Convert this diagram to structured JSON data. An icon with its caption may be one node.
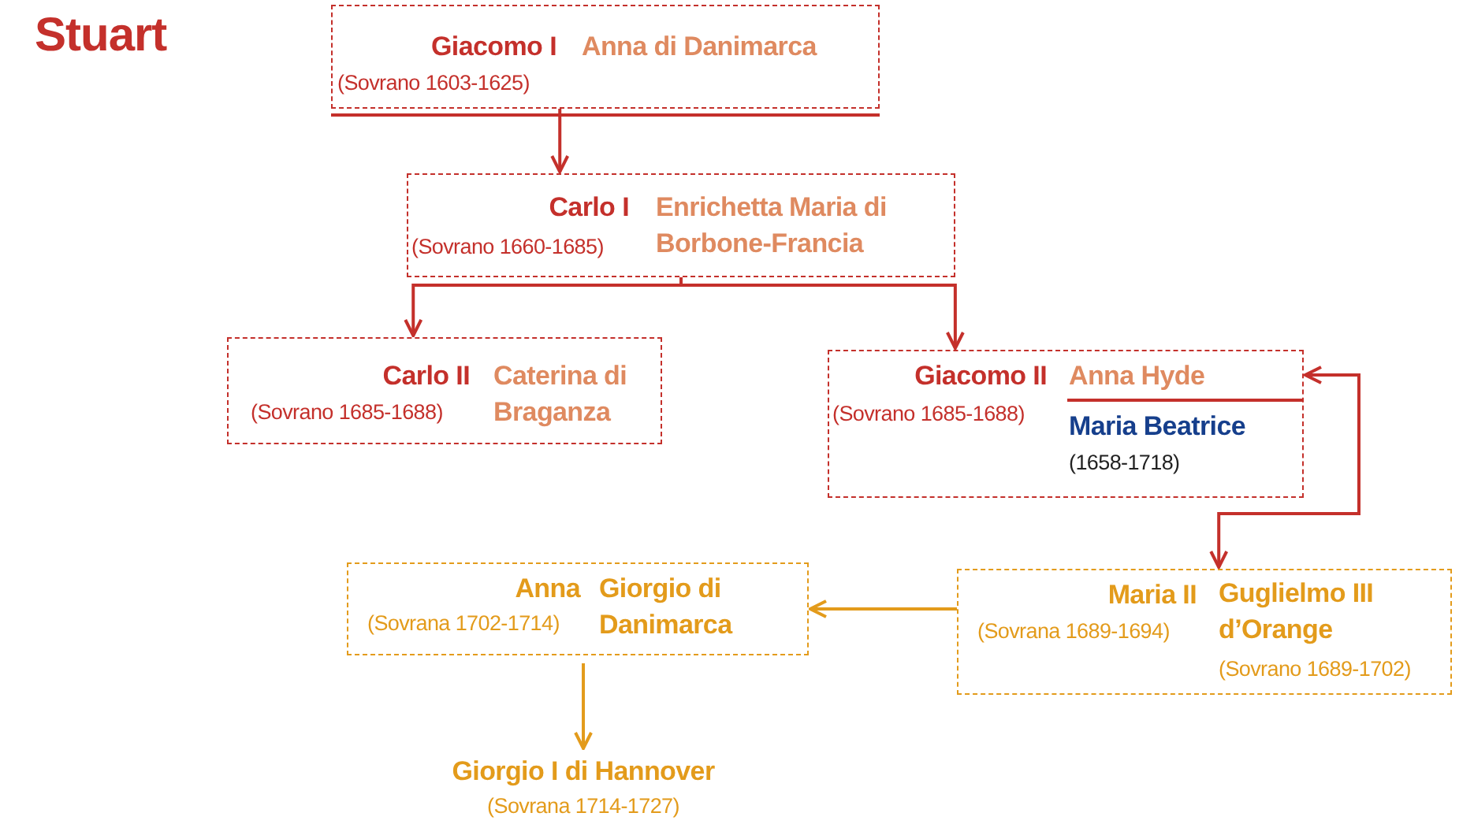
{
  "diagram": {
    "title": "Stuart",
    "nodes": [
      {
        "text": [
          "Giacomo I",
          "(Sovrano 1603-1625)",
          "Anna di Danimarca"
        ]
      },
      {
        "text": [
          "Carlo I",
          "(Sovrano 1660-1685)",
          "Enrichetta Maria di Borbone-Francia"
        ]
      },
      {
        "text": [
          "Carlo II",
          "(Sovrano 1685-1688)",
          "Caterina di Braganza"
        ]
      },
      {
        "text": [
          "Giacomo II",
          "(Sovrano 1685-1688)",
          "Anna Hyde",
          "Maria Beatrice",
          "(1658-1718)"
        ]
      },
      {
        "text": [
          "Maria II",
          "(Sovrana 1689-1694)",
          "Guglielmo III d’Orange",
          "(Sovrano 1689-1702)"
        ]
      },
      {
        "text": [
          "Anna",
          "(Sovrana 1702-1714)",
          "Giorgio di Danimarca"
        ]
      },
      {
        "text": [
          "Giorgio I di Hannover",
          "(Sovrana 1714-1727)"
        ]
      }
    ],
    "edges": [
      {
        "from": 0,
        "to": 1,
        "arrow": "to"
      },
      {
        "from": 1,
        "to": 2,
        "arrow": "to"
      },
      {
        "from": 1,
        "to": 3,
        "arrow": "to"
      },
      {
        "from": 3,
        "to": 4,
        "arrow": "both"
      },
      {
        "from": 4,
        "to": 5,
        "arrow": "to",
        "color": "#e39b1b"
      },
      {
        "from": 5,
        "to": 6,
        "arrow": "to",
        "color": "#e39b1b"
      }
    ]
  }
}
